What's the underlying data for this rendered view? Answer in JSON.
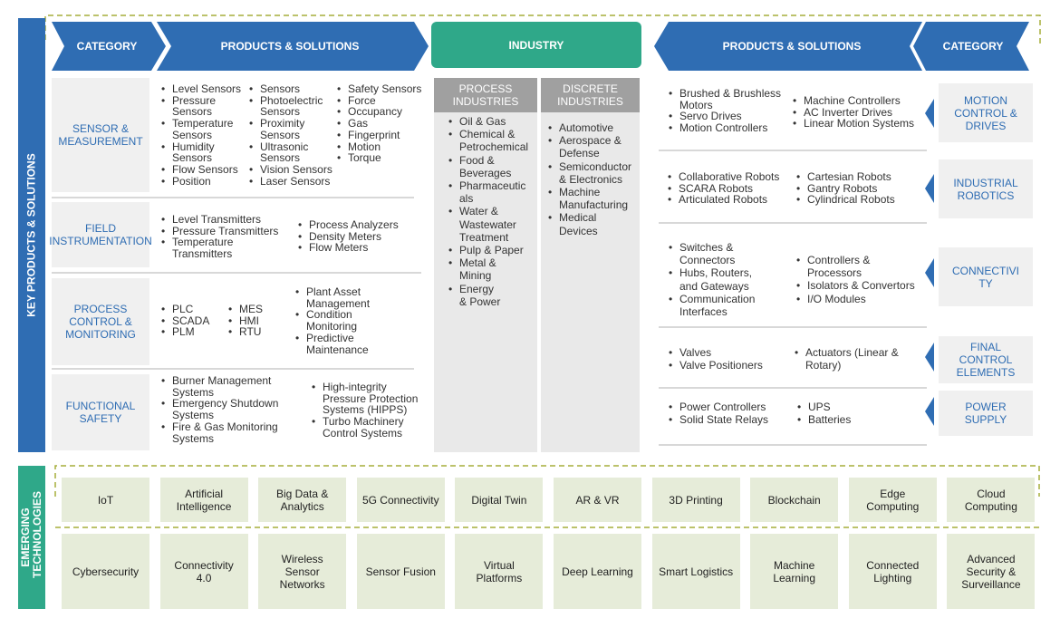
{
  "colors": {
    "blue": "#2f6db3",
    "teal": "#2fa889",
    "olive": "#a5ad3a",
    "grey": "#a0a0a0",
    "lightgreen": "#e6ecd9"
  },
  "left_bar": "KEY PRODUCTS & SOLUTIONS",
  "emerging_bar": "EMERGING TECHNOLOGIES",
  "header": {
    "category_left": "CATEGORY",
    "products_left": "PRODUCTS & SOLUTIONS",
    "industry": "INDUSTRY",
    "products_right": "PRODUCTS & SOLUTIONS",
    "category_right": "CATEGORY"
  },
  "left_categories": [
    {
      "label": "SENSOR & MEASUREMENT"
    },
    {
      "label": "FIELD INSTRUMENTATION"
    },
    {
      "label": "PROCESS CONTROL & MONITORING"
    },
    {
      "label": "FUNCTIONAL SAFETY"
    }
  ],
  "left_lists": {
    "sensor_col1": [
      "Level Sensors",
      "Pressure Sensors",
      "Temperature Sensors",
      "Humidity Sensors",
      "Flow Sensors",
      "Position"
    ],
    "sensor_col2": [
      "Sensors",
      "Photoelectric Sensors",
      "Proximity Sensors",
      "Ultrasonic Sensors",
      "Vision Sensors",
      "Laser Sensors"
    ],
    "sensor_col3": [
      "Safety Sensors",
      "Force",
      "Occupancy",
      "Gas",
      "Fingerprint",
      "Motion",
      "Torque"
    ],
    "field_col1": [
      "Level Transmitters",
      "Pressure Transmitters",
      "Temperature Transmitters"
    ],
    "field_col2": [
      "Process Analyzers",
      "Density Meters",
      "Flow Meters"
    ],
    "proc_col1": [
      "PLC",
      "SCADA",
      "PLM"
    ],
    "proc_col2": [
      "MES",
      "HMI",
      "RTU"
    ],
    "proc_col3": [
      "Plant Asset Management",
      "Condition Monitoring",
      "Predictive Maintenance"
    ],
    "safety_col1": [
      "Burner Management Systems",
      "Emergency Shutdown Systems",
      "Fire & Gas Monitoring Systems"
    ],
    "safety_col2": [
      "High-integrity Pressure Protection Systems (HIPPS)",
      "Turbo Machinery Control Systems"
    ]
  },
  "industry": {
    "process_head": "PROCESS INDUSTRIES",
    "discrete_head": "DISCRETE INDUSTRIES",
    "process_items": [
      "Oil & Gas",
      "Chemical & Petrochemical",
      "Food & Beverages",
      "Pharmaceuticals",
      "Water & Wastewater Treatment",
      "Pulp & Paper",
      "Metal & Mining",
      "Energy & Power"
    ],
    "discrete_items": [
      "Automotive",
      "Aerospace & Defense",
      "Semiconductor & Electronics",
      "Machine Manufacturing",
      "Medical Devices"
    ]
  },
  "right_categories": [
    {
      "label": "MOTION CONTROL & DRIVES"
    },
    {
      "label": "INDUSTRIAL ROBOTICS"
    },
    {
      "label": "CONNECTIVITY"
    },
    {
      "label": "FINAL CONTROL ELEMENTS"
    },
    {
      "label": "POWER SUPPLY"
    }
  ],
  "right_lists": {
    "motion_col1": [
      "Brushed & Brushless Motors",
      "Servo Drives",
      "Motion Controllers"
    ],
    "motion_col2": [
      "Machine Controllers",
      "AC Inverter Drives",
      "Linear Motion Systems"
    ],
    "robot_col1": [
      "Collaborative Robots",
      "SCARA Robots",
      "Articulated Robots"
    ],
    "robot_col2": [
      "Cartesian Robots",
      "Gantry Robots",
      "Cylindrical Robots"
    ],
    "conn_col1": [
      "Switches & Connectors",
      "Hubs, Routers, and Gateways",
      "Communication Interfaces"
    ],
    "conn_col2": [
      "Controllers & Processors",
      "Isolators & Convertors",
      "I/O Modules"
    ],
    "final_col1": [
      "Valves",
      "Valve Positioners"
    ],
    "final_col2": [
      "Actuators (Linear & Rotary)"
    ],
    "power_col1": [
      "Power Controllers",
      "Solid State Relays"
    ],
    "power_col2": [
      "UPS",
      "Batteries"
    ]
  },
  "tech_row1": [
    "IoT",
    "Artificial Intelligence",
    "Big Data & Analytics",
    "5G Connectivity",
    "Digital Twin",
    "AR & VR",
    "3D Printing",
    "Blockchain",
    "Edge Computing",
    "Cloud Computing"
  ],
  "tech_row2": [
    "Cybersecurity",
    "Connectivity 4.0",
    "Wireless Sensor Networks",
    "Sensor Fusion",
    "Virtual Platforms",
    "Deep Learning",
    "Smart Logistics",
    "Machine Learning",
    "Connected Lighting",
    "Advanced Security & Surveillance"
  ]
}
